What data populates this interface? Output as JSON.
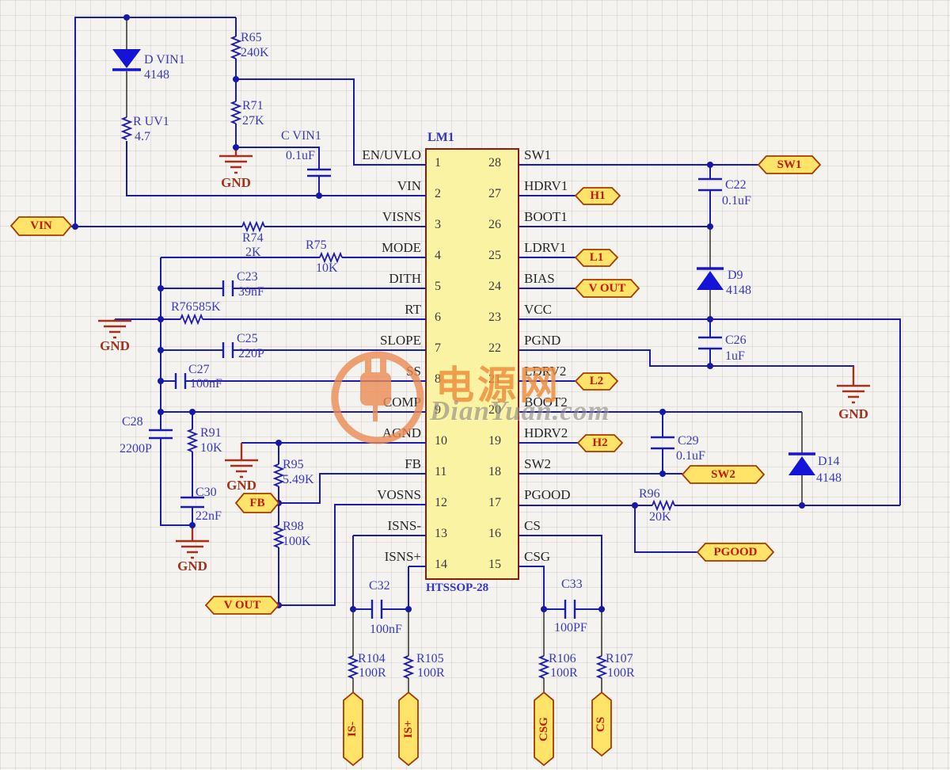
{
  "watermark": {
    "logo": "电源网",
    "domain": "DianYuan.com"
  },
  "labels": {
    "gnd": "GND"
  },
  "ic": {
    "designator": "LM1",
    "package": "HTSSOP-28",
    "left_pins": [
      {
        "num": "1",
        "name": "EN/UVLO"
      },
      {
        "num": "2",
        "name": "VIN"
      },
      {
        "num": "3",
        "name": "VISNS"
      },
      {
        "num": "4",
        "name": "MODE"
      },
      {
        "num": "5",
        "name": "DITH"
      },
      {
        "num": "6",
        "name": "RT"
      },
      {
        "num": "7",
        "name": "SLOPE"
      },
      {
        "num": "8",
        "name": "SS"
      },
      {
        "num": "9",
        "name": "COMP"
      },
      {
        "num": "10",
        "name": "AGND"
      },
      {
        "num": "11",
        "name": "FB"
      },
      {
        "num": "12",
        "name": "VOSNS"
      },
      {
        "num": "13",
        "name": "ISNS-"
      },
      {
        "num": "14",
        "name": "ISNS+"
      }
    ],
    "right_pins": [
      {
        "num": "28",
        "name": "SW1"
      },
      {
        "num": "27",
        "name": "HDRV1"
      },
      {
        "num": "26",
        "name": "BOOT1"
      },
      {
        "num": "25",
        "name": "LDRV1"
      },
      {
        "num": "24",
        "name": "BIAS"
      },
      {
        "num": "23",
        "name": "VCC"
      },
      {
        "num": "22",
        "name": "PGND"
      },
      {
        "num": "21",
        "name": "LDRV2"
      },
      {
        "num": "20",
        "name": "BOOT2"
      },
      {
        "num": "19",
        "name": "HDRV2"
      },
      {
        "num": "18",
        "name": "SW2"
      },
      {
        "num": "17",
        "name": "PGOOD"
      },
      {
        "num": "16",
        "name": "CS"
      },
      {
        "num": "15",
        "name": "CSG"
      }
    ]
  },
  "ports": {
    "vin": "VIN",
    "sw1": "SW1",
    "h1": "H1",
    "l1": "L1",
    "vout": "V OUT",
    "l2": "L2",
    "h2": "H2",
    "sw2": "SW2",
    "pgood": "PGOOD",
    "fb": "FB",
    "is_minus": "IS-",
    "is_plus": "IS+",
    "csg": "CSG",
    "cs": "CS"
  },
  "components": {
    "r65": {
      "designator": "R65",
      "value": "240K"
    },
    "r71": {
      "designator": "R71",
      "value": "27K"
    },
    "d_vin1": {
      "designator": "D VIN1",
      "value": "4148"
    },
    "r_uv1": {
      "designator": "R UV1",
      "value": "4.7"
    },
    "c_vin1": {
      "designator": "C VIN1",
      "value": "0.1uF"
    },
    "r74": {
      "designator": "R74",
      "value": "2K"
    },
    "r75": {
      "designator": "R75",
      "value": "10K"
    },
    "c23": {
      "designator": "C23",
      "value": "39nF"
    },
    "r76": {
      "designator": "R76",
      "value": "585K"
    },
    "c25": {
      "designator": "C25",
      "value": "220P"
    },
    "c27": {
      "designator": "C27",
      "value": "100nF"
    },
    "c28": {
      "designator": "C28",
      "value": "2200P"
    },
    "r91": {
      "designator": "R91",
      "value": "10K"
    },
    "c30": {
      "designator": "C30",
      "value": "22nF"
    },
    "r95": {
      "designator": "R95",
      "value": "5.49K"
    },
    "r98": {
      "designator": "R98",
      "value": "100K"
    },
    "c22": {
      "designator": "C22",
      "value": "0.1uF"
    },
    "d9": {
      "designator": "D9",
      "value": "4148"
    },
    "c26": {
      "designator": "C26",
      "value": "1uF"
    },
    "c29": {
      "designator": "C29",
      "value": "0.1uF"
    },
    "d14": {
      "designator": "D14",
      "value": "4148"
    },
    "r96": {
      "designator": "R96",
      "value": "20K"
    },
    "c32": {
      "designator": "C32",
      "value": "100nF"
    },
    "c33": {
      "designator": "C33",
      "value": "100PF"
    },
    "r104": {
      "designator": "R104",
      "value": "100R"
    },
    "r105": {
      "designator": "R105",
      "value": "100R"
    },
    "r106": {
      "designator": "R106",
      "value": "100R"
    },
    "r107": {
      "designator": "R107",
      "value": "100R"
    }
  },
  "colors": {
    "wire": "#1b1bb0",
    "dark_lead": "#3c3c34",
    "component_text": "#3a3ab8",
    "ground": "#a5301c",
    "port_fill": "#ffe469",
    "port_border": "#a53b00",
    "port_text": "#c01800",
    "ic_fill": "#faf3a3",
    "ic_border": "#8b1a10",
    "watermark_orange": "#ec8a50"
  }
}
